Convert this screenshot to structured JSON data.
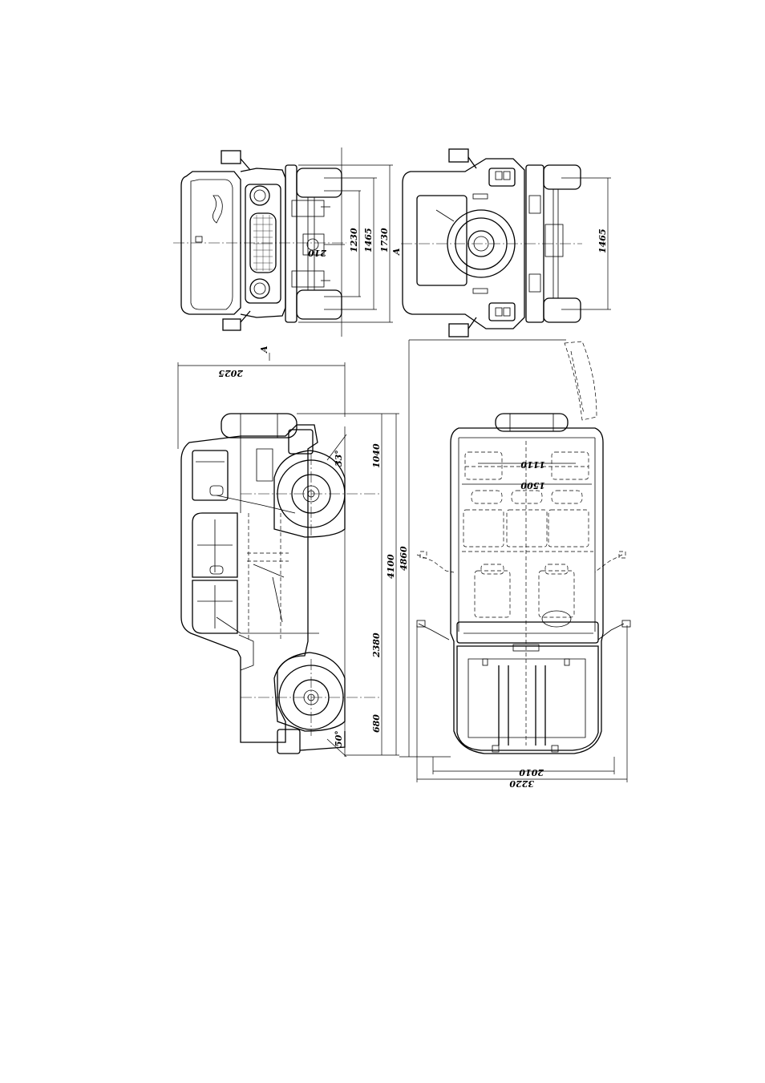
{
  "dimensions": {
    "track_front_inner": "1230",
    "track_front": "1465",
    "overall_width": "1730",
    "ground_clearance": "210",
    "track_rear": "1465",
    "height": "2025",
    "front_overhang": "1040",
    "wheelbase": "2380",
    "rear_overhang": "680",
    "body_length": "4100",
    "overall_length": "4860",
    "approach_angle": "33°",
    "departure_angle": "50°",
    "seat_width": "1110",
    "interior_width": "1500",
    "width_mirrors_folded": "2010",
    "width_mirrors_open": "3220"
  },
  "section_marks": {
    "top": "A",
    "side": "A"
  }
}
